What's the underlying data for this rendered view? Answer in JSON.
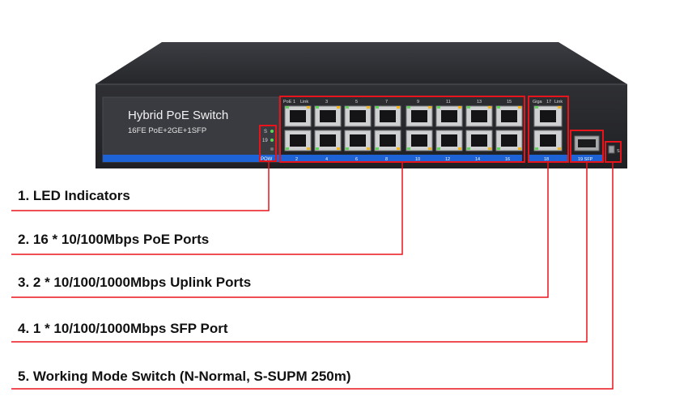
{
  "device": {
    "title": "Hybrid PoE Switch",
    "subtitle": "16FE PoE+2GE+1SFP",
    "led_labels": [
      "S",
      "19",
      "",
      "POW"
    ],
    "poe_header_labels": [
      "PoE",
      "1",
      "Link",
      "3",
      "5",
      "7",
      "9",
      "11",
      "13",
      "15"
    ],
    "poe_bottom_labels": [
      "2",
      "4",
      "6",
      "8",
      "10",
      "12",
      "14",
      "16"
    ],
    "uplink_header_labels": [
      "Giga",
      "17",
      "Link"
    ],
    "uplink_bottom_label": "18",
    "sfp_bottom_label": "19 SFP",
    "mode_switch_label": "S"
  },
  "callouts": [
    {
      "label": "1. LED Indicators"
    },
    {
      "label": "2. 16 * 10/100Mbps PoE Ports"
    },
    {
      "label": "3. 2 * 10/100/1000Mbps Uplink Ports"
    },
    {
      "label": "4. 1 * 10/100/1000Mbps SFP Port"
    },
    {
      "label": "5. Working Mode Switch (N-Normal, S-SUPM 250m)"
    }
  ],
  "colors": {
    "highlight": "#e8141b",
    "chassis": "#2a2b2f",
    "blue_strip": "#1e63d6",
    "led_green": "#5fd35a",
    "led_amber": "#f2b61c"
  }
}
